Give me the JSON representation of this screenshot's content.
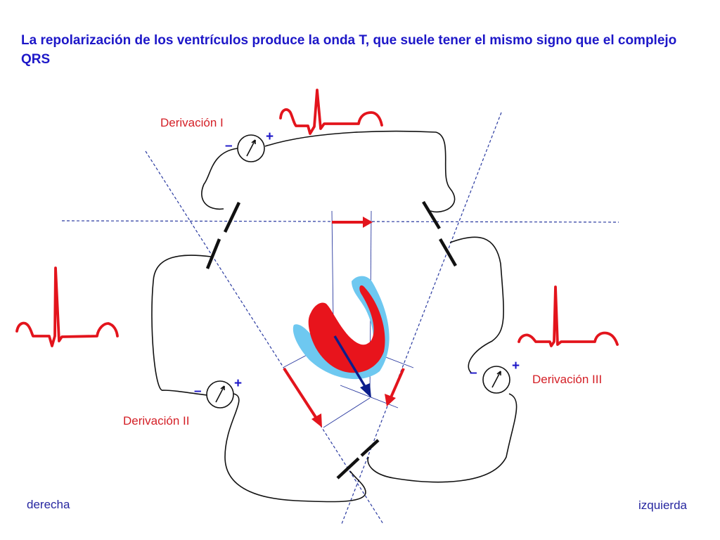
{
  "title": "La repolarización de los ventrículos produce la onda T, que suele tener el mismo signo que el complejo QRS",
  "leads": [
    {
      "id": "I",
      "label": "Derivación I",
      "minus": "–",
      "plus": "+"
    },
    {
      "id": "II",
      "label": "Derivación II",
      "minus": "–",
      "plus": "+"
    },
    {
      "id": "III",
      "label": "Derivación III",
      "minus": "–",
      "plus": "+"
    }
  ],
  "sides": {
    "right": "derecha",
    "left": "izquierda"
  },
  "colors": {
    "title": "#1d17c8",
    "label": "#d41f26",
    "ecg": "#e3141c",
    "side": "#2626a0",
    "axis": "#2a3aa0",
    "heart_inner": "#e8141c",
    "heart_outer": "#6ec8f0",
    "vector": "#0b1e8c",
    "minus": "#1d17c8",
    "plus": "#1d17c8"
  }
}
